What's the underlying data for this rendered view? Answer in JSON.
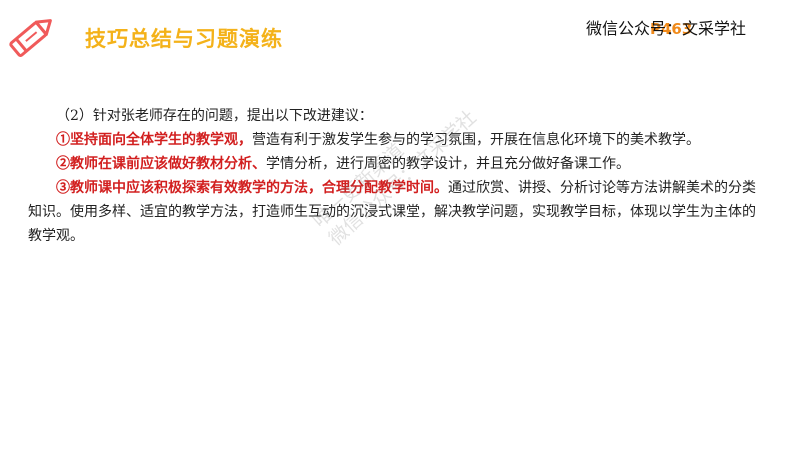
{
  "header": {
    "title": "技巧总结与习题演练",
    "account": "微信公众号：文采学社",
    "page_number": "P463",
    "logo_icon": "pencil-icon",
    "accent_color": "#f4b21a",
    "logo_color": "#f05a5a"
  },
  "content": {
    "intro": "（2）针对张老师存在的问题，提出以下改进建议：",
    "items": [
      {
        "highlight": "①坚持面向全体学生的教学观，",
        "text": "营造有利于激发学生参与的学习氛围，开展在信息化环境下的美术教学。"
      },
      {
        "highlight": "②教师在课前应该做好教材分析、",
        "text": "学情分析，进行周密的教学设计，并且充分做好备课工作。"
      },
      {
        "highlight": "③教师课中应该积极探索有效教学的方法，合理分配教学时间。",
        "text": "通过欣赏、讲授、分析讨论等方法讲解美术的分类知识。使用多样、适宜的教学方法，打造师生互动的沉浸式课堂，解决教学问题，实现教学目标，体现以学生为主体的教学观。"
      }
    ],
    "highlight_color": "#d21f1f"
  },
  "watermark": {
    "line1": "唯一更新渠道",
    "line2": "微信公众号：文采学社"
  }
}
